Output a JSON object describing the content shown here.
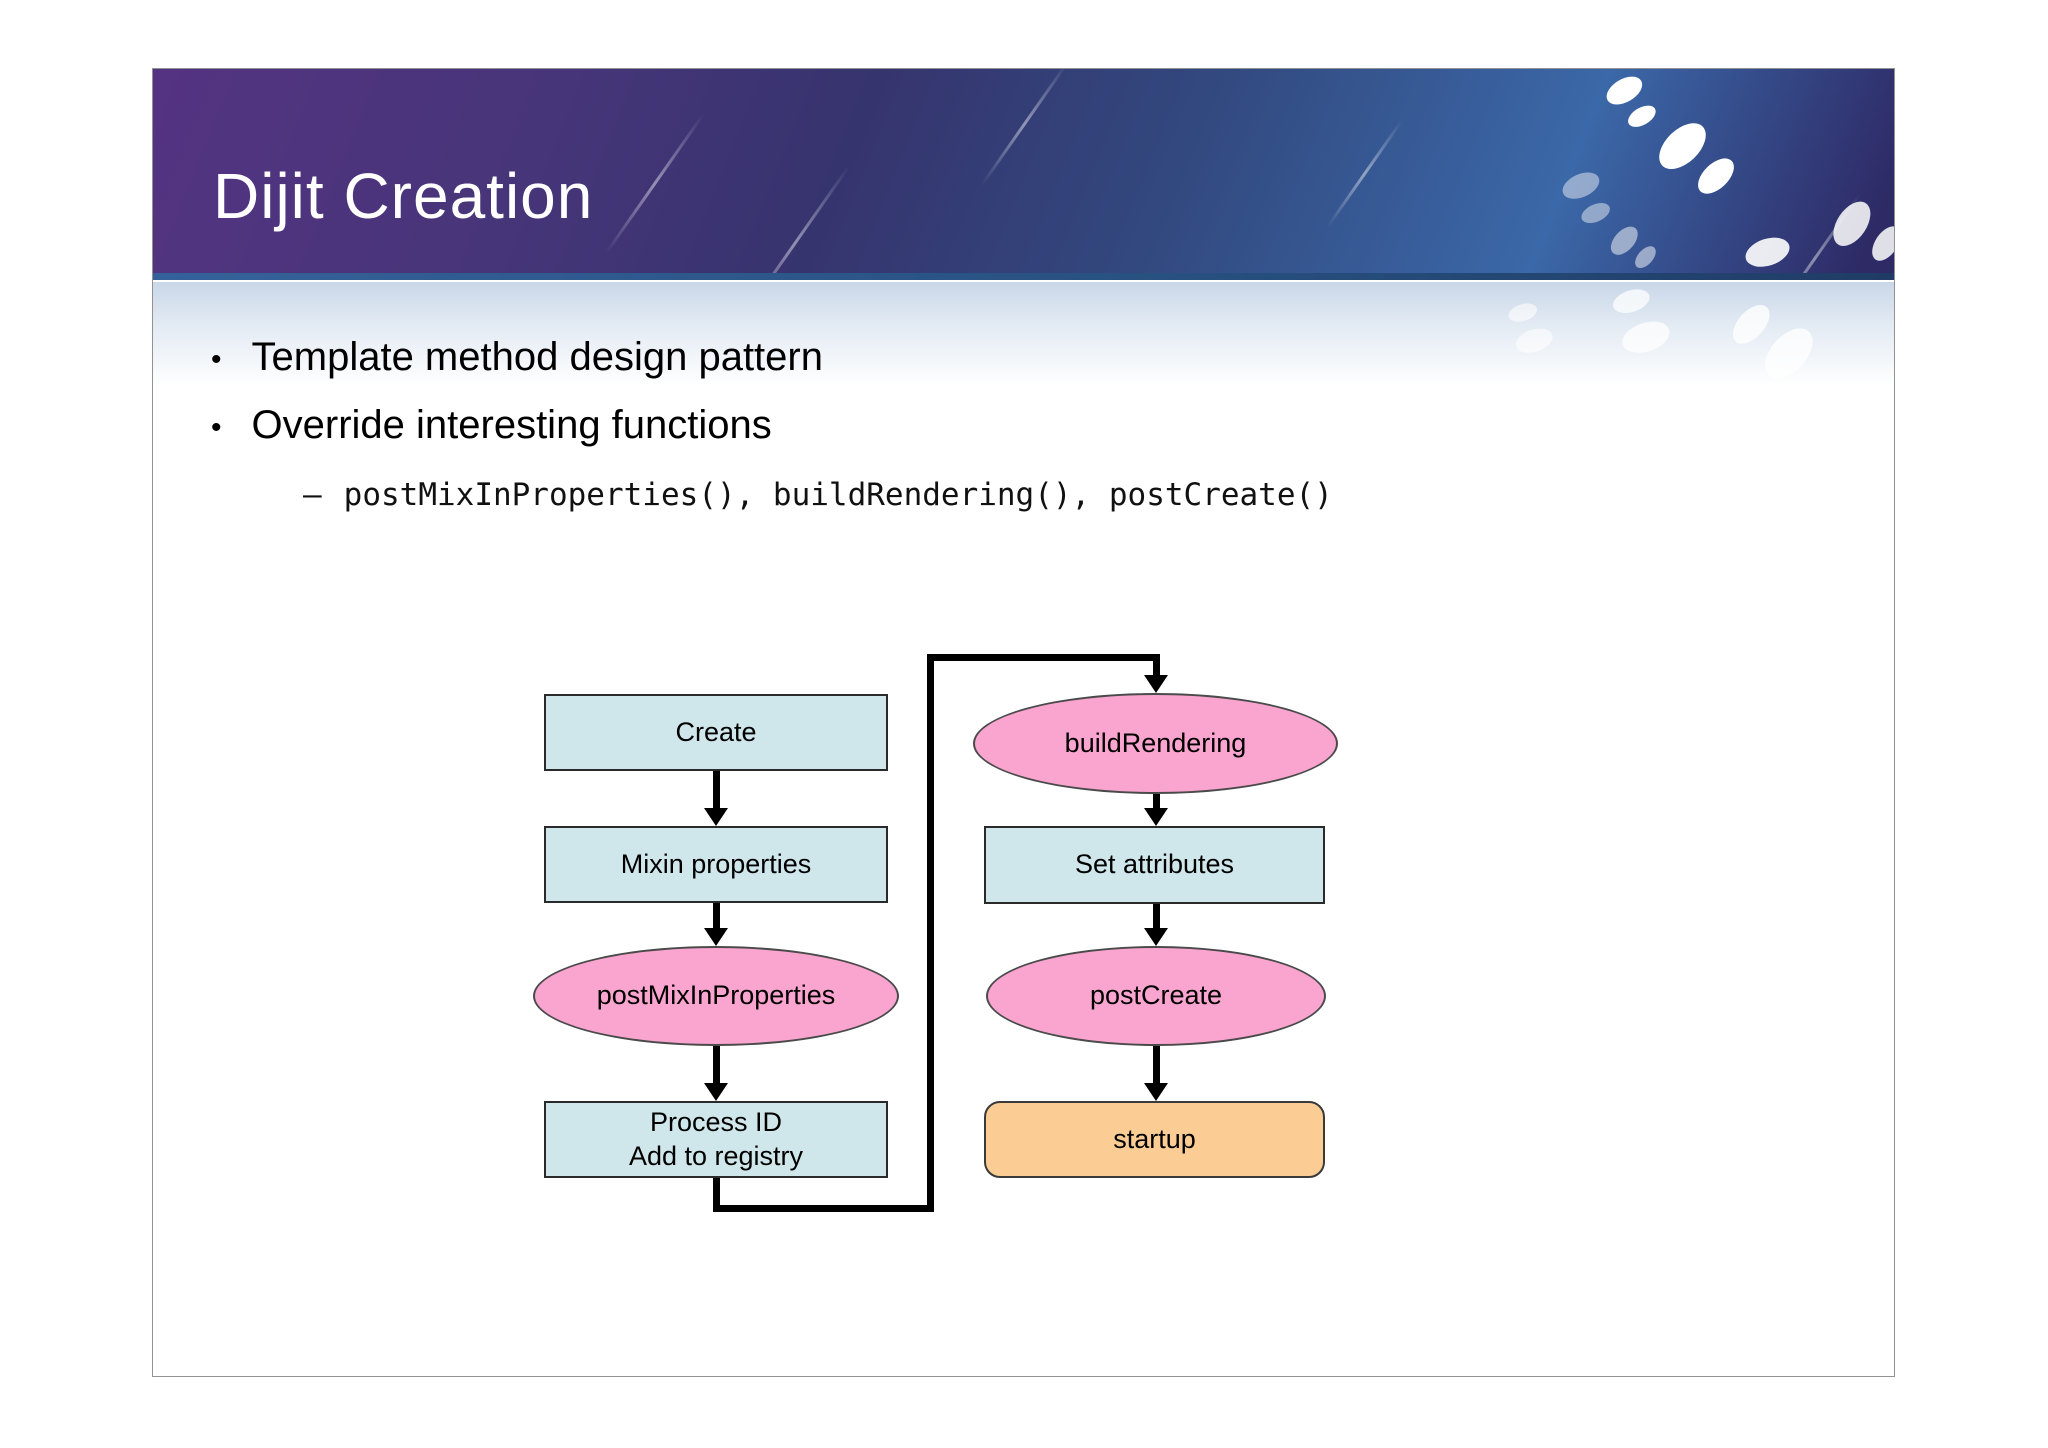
{
  "slide": {
    "title": "Dijit Creation",
    "bullets": [
      {
        "text": "Template method design pattern"
      },
      {
        "text": "Override interesting functions"
      }
    ],
    "bullet_glyph": "•",
    "code_line": {
      "dash": "–",
      "text": "postMixInProperties(), buildRendering(), postCreate()"
    }
  },
  "flowchart": {
    "left_column": [
      {
        "label": "Create",
        "shape": "rect"
      },
      {
        "label": "Mixin properties",
        "shape": "rect"
      },
      {
        "label": "postMixInProperties",
        "shape": "ellipse"
      },
      {
        "label": "Process ID",
        "label2": "Add to registry",
        "shape": "rect"
      }
    ],
    "right_column": [
      {
        "label": "buildRendering",
        "shape": "ellipse"
      },
      {
        "label": "Set attributes",
        "shape": "rect"
      },
      {
        "label": "postCreate",
        "shape": "ellipse"
      },
      {
        "label": "startup",
        "shape": "rounded-rect"
      }
    ],
    "edges": [
      "Create -> Mixin properties",
      "Mixin properties -> postMixInProperties",
      "postMixInProperties -> Process ID / Add to registry",
      "Process ID / Add to registry -> buildRendering",
      "buildRendering -> Set attributes",
      "Set attributes -> postCreate",
      "postCreate -> startup"
    ],
    "colors": {
      "rect_fill": "#cfe7eb",
      "ellipse_fill": "#f9a5cf",
      "startup_fill": "#fbcd95",
      "connector": "#000000"
    }
  },
  "theme": {
    "header_purple": "#543382",
    "header_blue": "#3b68a8",
    "header_indigo": "#2e2a66",
    "accent_strip": "#2e5d94",
    "title_color": "#ffffff",
    "butterfly_color": "#ffffff"
  }
}
